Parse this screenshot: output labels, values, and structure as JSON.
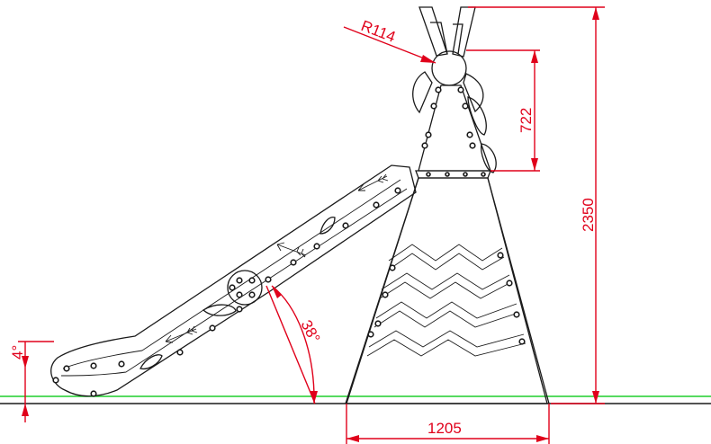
{
  "drawing": {
    "colors": {
      "dimension": "#e0001a",
      "outline": "#1a1a1a",
      "ground": "#1fce2c",
      "background": "#ffffff"
    },
    "dimensions": {
      "radius": "R114",
      "upper_height": "722",
      "total_height": "2350",
      "base_width": "1205",
      "slide_angle": "38°",
      "exit_angle": "4°"
    }
  }
}
